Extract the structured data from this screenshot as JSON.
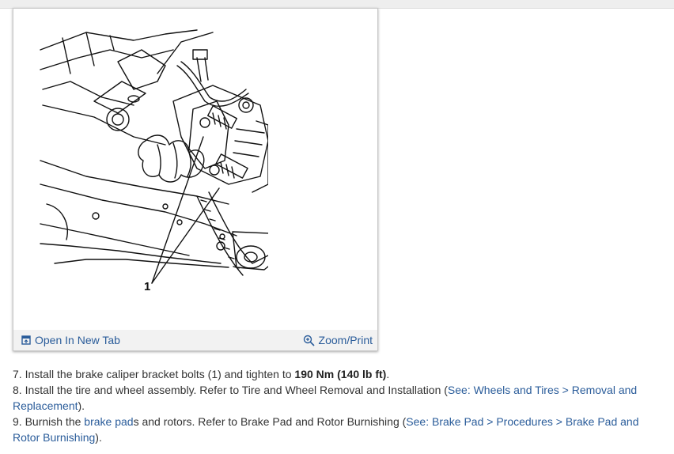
{
  "figure": {
    "callout_label": "1",
    "open_tab_label": "Open In New Tab",
    "zoom_label": "Zoom/Print"
  },
  "steps": [
    {
      "pre": "7. Install the brake caliper bracket bolts (1) and tighten to ",
      "bold": "190 Nm (140 lb ft)",
      "post": "."
    },
    {
      "pre": "8. Install the tire and wheel assembly. Refer to Tire and Wheel Removal and Installation (",
      "link": "See: Wheels and Tires > Removal and Replacement",
      "post": ")."
    },
    {
      "pre": "9. Burnish the ",
      "link1": "brake pad",
      "mid": "s and rotors. Refer to Brake Pad and Rotor Burnishing (",
      "link2": "See: Brake Pad > Procedures > Brake Pad and Rotor Burnishing",
      "post": ")."
    }
  ]
}
